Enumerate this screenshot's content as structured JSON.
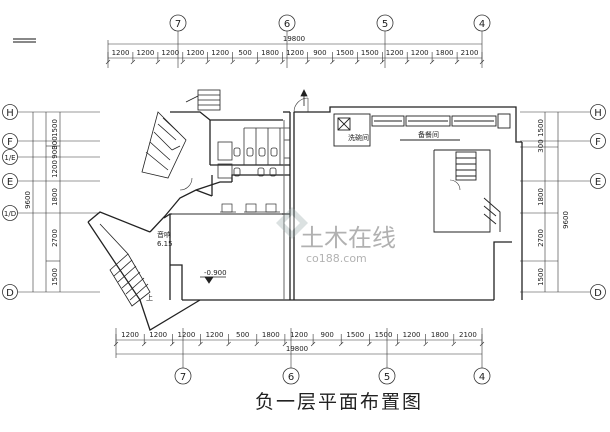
{
  "drawing": {
    "title": "负一层平面布置图",
    "top_dimensions": [
      "1200",
      "1200",
      "1200",
      "1200",
      "1200",
      "500",
      "1800",
      "1200",
      "900",
      "1500",
      "1500",
      "1200",
      "1200",
      "1800",
      "2100"
    ],
    "bottom_dimensions": [
      "1200",
      "1200",
      "1200",
      "1200",
      "500",
      "1800",
      "1200",
      "900",
      "1500",
      "1500",
      "1200",
      "1800",
      "2100"
    ],
    "total_dimension": "19800",
    "column_axes": [
      "7",
      "6",
      "5",
      "4"
    ],
    "row_axes_left": [
      "H",
      "F",
      "1/E",
      "E",
      "1/D",
      "D"
    ],
    "row_axes_right": [
      "H",
      "F",
      "E",
      "D"
    ],
    "left_dimensions": [
      "1500",
      "300",
      "900",
      "1200",
      "1800",
      "2700",
      "1500"
    ],
    "left_total": "9600",
    "right_dimensions": [
      "1500",
      "300",
      "1800",
      "2700",
      "1500"
    ],
    "right_total": "9600",
    "rooms": {
      "audio": "音响",
      "audio_level": "6.15",
      "wash": "洗碗间",
      "prep": "备餐间"
    },
    "level_mark": "-0.900",
    "stair_up": "上",
    "watermark": {
      "name": "土木在线",
      "url": "co188.com"
    }
  }
}
